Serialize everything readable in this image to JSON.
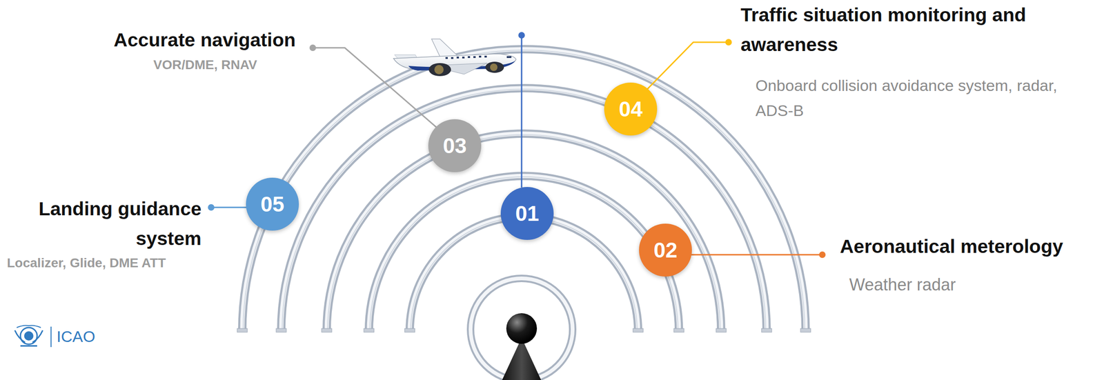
{
  "diagram": {
    "nodes": [
      {
        "text": [
          "01"
        ]
      },
      {
        "text": [
          "02"
        ]
      },
      {
        "text": [
          "03"
        ]
      },
      {
        "text": [
          "04"
        ]
      },
      {
        "text": [
          "05"
        ]
      }
    ],
    "labels": [
      "Traffic situation monitoring and awareness",
      "Onboard collision avoidance system, radar, ADS-B",
      "Accurate navigation",
      "VOR/DME, RNAV",
      "Landing guidance system",
      "Localizer, Glide, DME ATT",
      "Aeronautical meterology",
      "Weather radar",
      "ICAO"
    ]
  }
}
